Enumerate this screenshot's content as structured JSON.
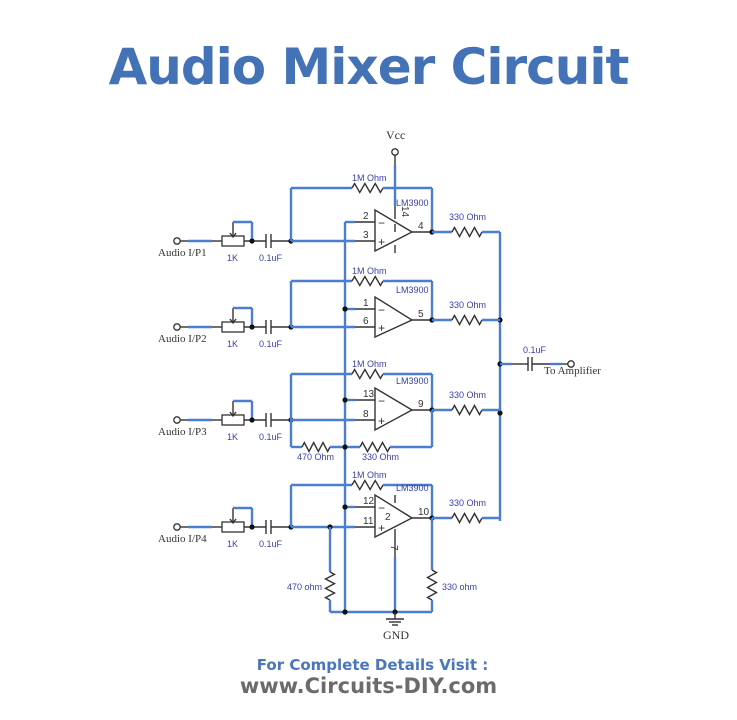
{
  "title": "Audio Mixer Circuit",
  "footer": {
    "line1": "For Complete Details Visit :",
    "line2": "www.Circuits-DIY.com"
  },
  "colors": {
    "title": "#4372b6",
    "wire": "#4a7fd0",
    "component_label": "#3a3fa8",
    "footer_url": "#6b6b6b"
  },
  "schematic": {
    "supply_label": "Vcc",
    "ground_label": "GND",
    "output": {
      "capacitor_label": "0.1uF",
      "terminal_label": "To Amplifier"
    },
    "stages": [
      {
        "input_label": "Audio I/P1",
        "pot_label": "1K",
        "cap_label": "0.1uF",
        "feedback_label": "1M Ohm",
        "ic_label": "LM3900",
        "pin_inv": "2",
        "pin_noninv": "3",
        "pin_out": "4",
        "pin_vcc": "14",
        "out_res_label": "330 Ohm"
      },
      {
        "input_label": "Audio I/P2",
        "pot_label": "1K",
        "cap_label": "0.1uF",
        "feedback_label": "1M Ohm",
        "ic_label": "LM3900",
        "pin_inv": "1",
        "pin_noninv": "6",
        "pin_out": "5",
        "out_res_label": "330 Ohm"
      },
      {
        "input_label": "Audio I/P3",
        "pot_label": "1K",
        "cap_label": "0.1uF",
        "feedback_label": "1M Ohm",
        "ic_label": "LM3900",
        "pin_inv": "13",
        "pin_noninv": "8",
        "pin_out": "9",
        "bias_res1_label": "470 Ohm",
        "bias_res2_label": "330 Ohm",
        "out_res_label": "330 Ohm"
      },
      {
        "input_label": "Audio I/P4",
        "pot_label": "1K",
        "cap_label": "0.1uF",
        "feedback_label": "1M Ohm",
        "ic_label": "LM3900",
        "pin_inv": "12",
        "pin_noninv": "11",
        "pin_out": "10",
        "pin_inner": "2",
        "pin_gnd": "7",
        "bias_res1_label": "470 ohm",
        "bias_res2_label": "330 ohm",
        "out_res_label": "330 Ohm"
      }
    ]
  }
}
